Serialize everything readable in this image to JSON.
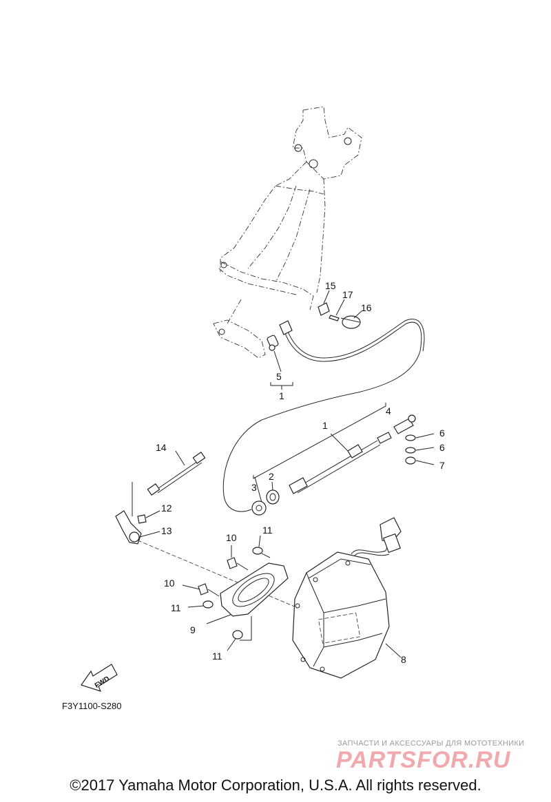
{
  "diagram": {
    "code": "F3Y1100-S280",
    "fwd_label": "FWD",
    "callouts": [
      {
        "id": "c15",
        "text": "15"
      },
      {
        "id": "c17",
        "text": "17"
      },
      {
        "id": "c16",
        "text": "16"
      },
      {
        "id": "c5",
        "text": "5"
      },
      {
        "id": "c1a",
        "text": "1"
      },
      {
        "id": "c4",
        "text": "4"
      },
      {
        "id": "c1b",
        "text": "1"
      },
      {
        "id": "c6a",
        "text": "6"
      },
      {
        "id": "c6b",
        "text": "6"
      },
      {
        "id": "c7",
        "text": "7"
      },
      {
        "id": "c14",
        "text": "14"
      },
      {
        "id": "c2",
        "text": "2"
      },
      {
        "id": "c3",
        "text": "3"
      },
      {
        "id": "c12",
        "text": "12"
      },
      {
        "id": "c13",
        "text": "13"
      },
      {
        "id": "c10a",
        "text": "10"
      },
      {
        "id": "c11a",
        "text": "11"
      },
      {
        "id": "c10b",
        "text": "10"
      },
      {
        "id": "c11b",
        "text": "11"
      },
      {
        "id": "c9",
        "text": "9"
      },
      {
        "id": "c11c",
        "text": "11"
      },
      {
        "id": "c8",
        "text": "8"
      }
    ]
  },
  "watermark": {
    "tagline": "ЗАПЧАСТИ И АКСЕССУАРЫ ДЛЯ МОТОТЕХНИКИ",
    "brand": "PARTSFOR.RU"
  },
  "footer": {
    "copyright": "©2017 Yamaha Motor Corporation, U.S.A. All rights reserved."
  }
}
